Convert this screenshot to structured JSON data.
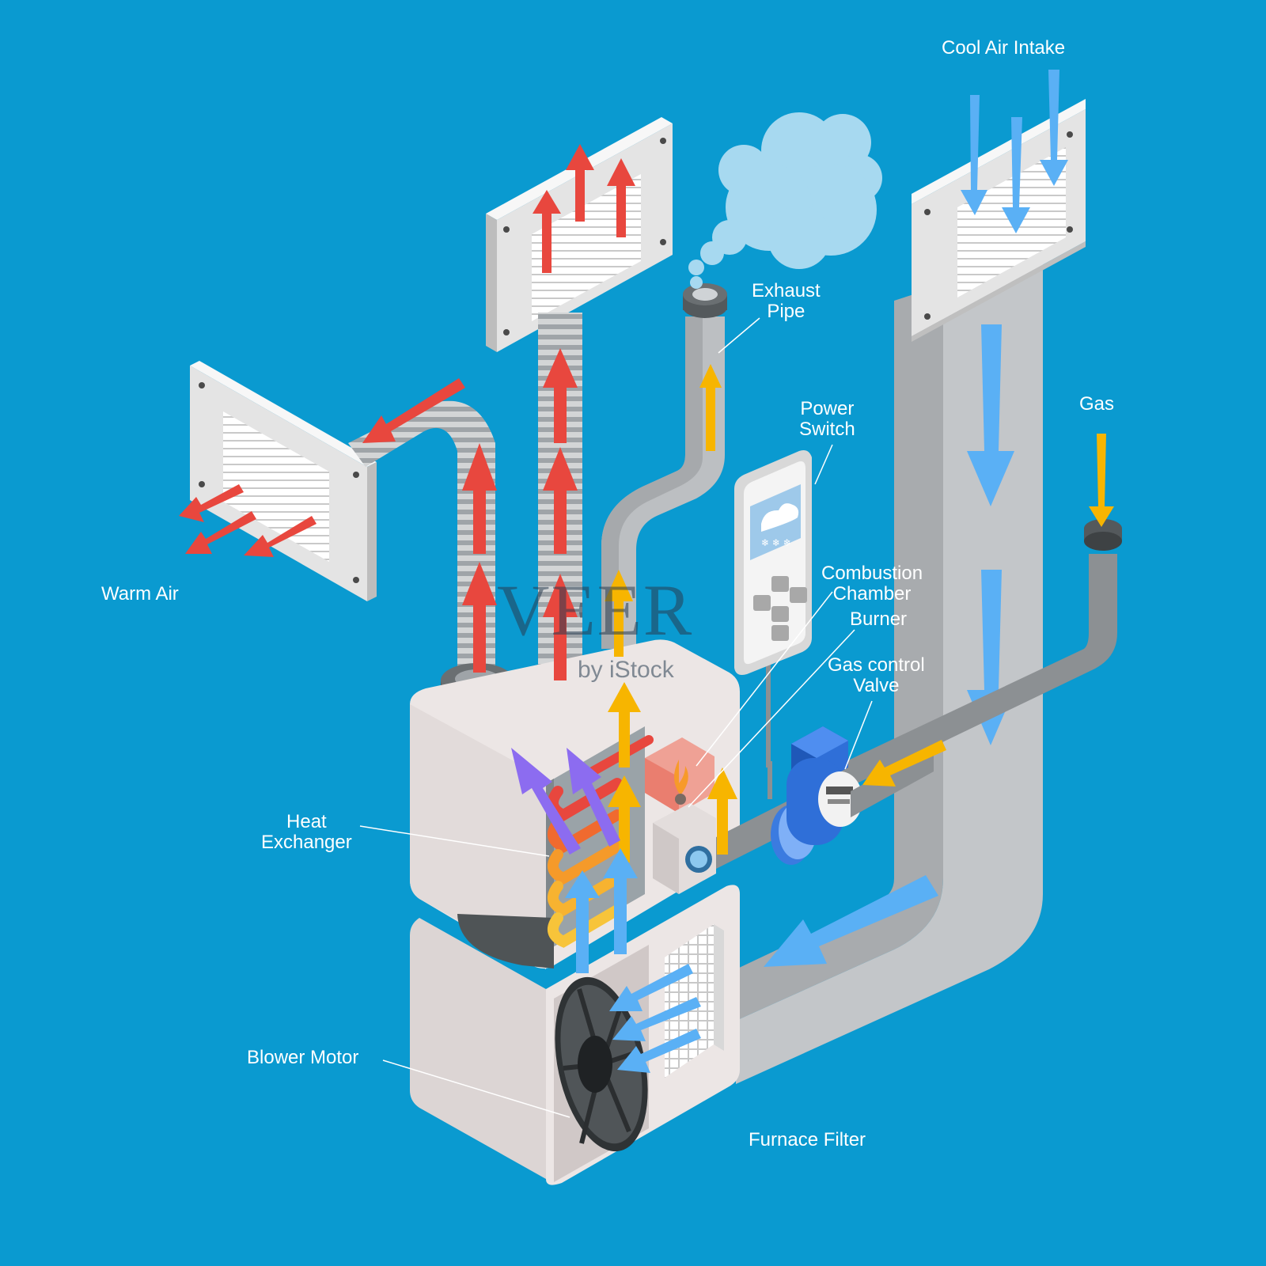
{
  "labels": {
    "cool_air_intake": "Cool Air Intake",
    "exhaust_pipe": "Exhaust\nPipe",
    "gas": "Gas",
    "power_switch": "Power\nSwitch",
    "combustion_chamber": "Combustion\nChamber",
    "burner": "Burner",
    "gas_control_valve": "Gas control\nValve",
    "warm_air": "Warm Air",
    "heat_exchanger": "Heat\nExchanger",
    "blower_motor": "Blower Motor",
    "furnace_filter": "Furnace Filter"
  },
  "watermark": {
    "main": "VEER",
    "sub": "by iStock"
  },
  "colors": {
    "background": "#0a9ad0",
    "warm_arrow": "#e8473e",
    "cool_arrow": "#5ab0f5",
    "exhaust_arrow": "#f7b500",
    "heat_arrow": "#8c6cf0",
    "duct": "#b9bcbf",
    "cabinet": "#e9e2e1"
  }
}
